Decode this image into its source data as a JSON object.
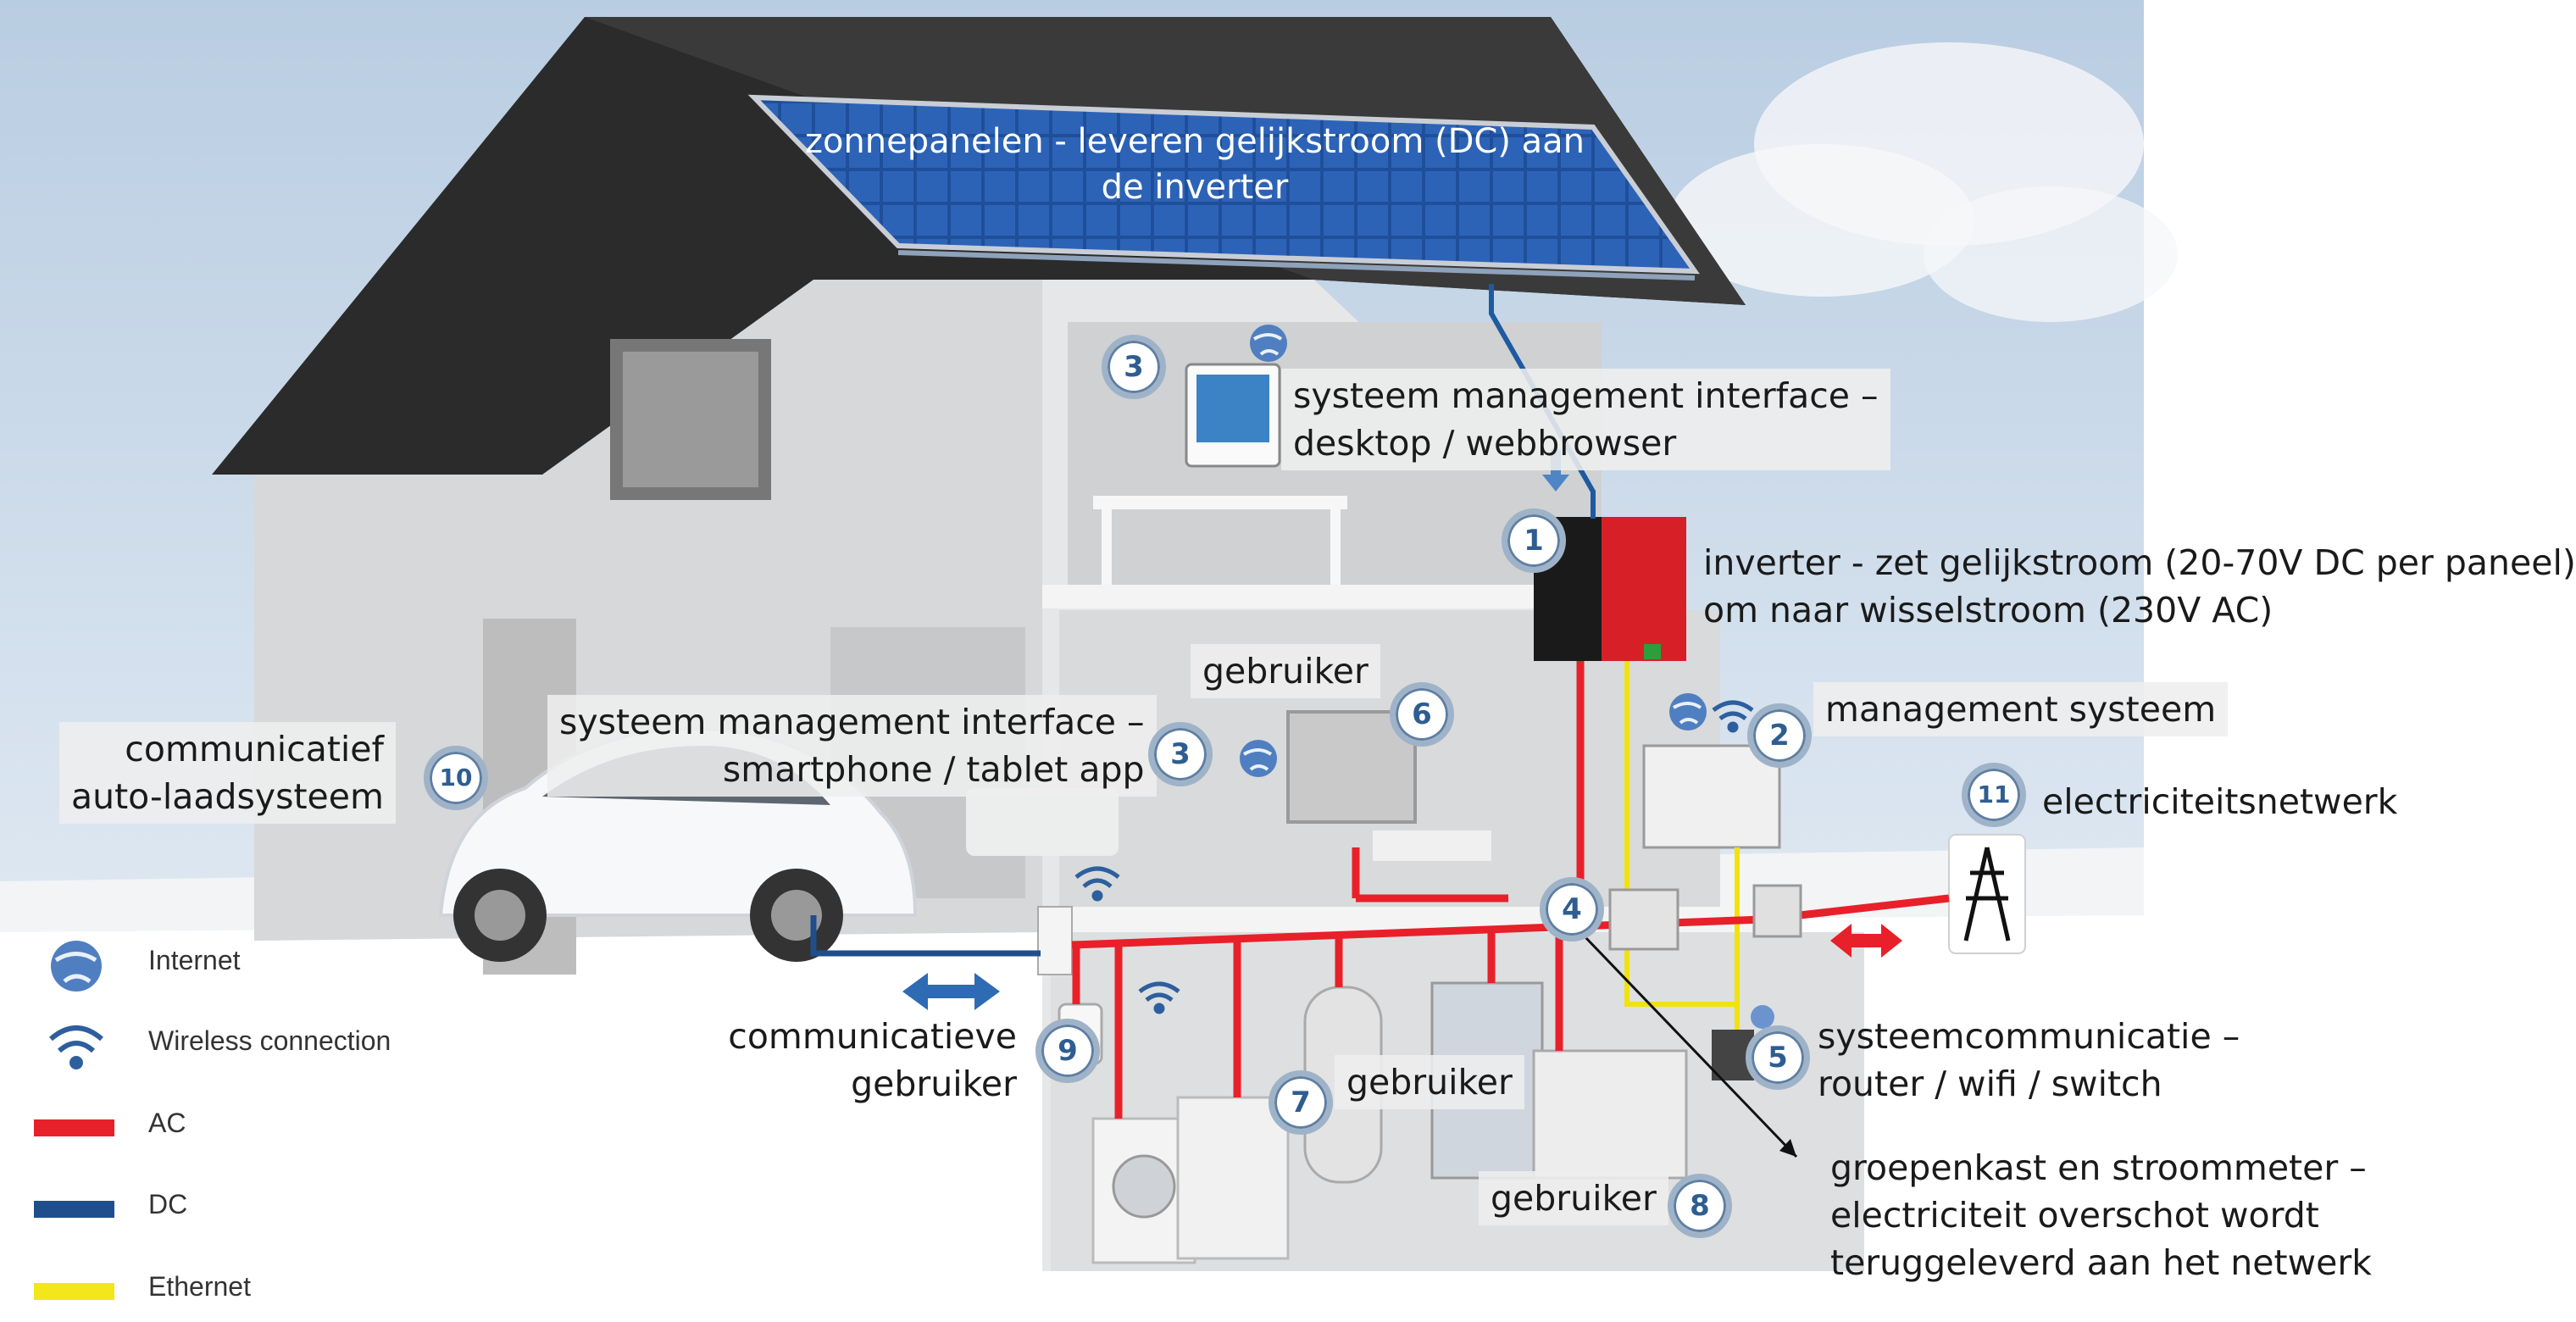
{
  "labels": {
    "roof": [
      "zonnepanelen - leveren gelijkstroom (DC) aan",
      "de inverter"
    ],
    "mgmt_desktop": [
      "systeem management interface –",
      "desktop / webbrowser"
    ],
    "inverter": [
      "inverter - zet gelijkstroom (20-70V DC per paneel)",
      "om naar wisselstroom (230V AC)"
    ],
    "user_top": "gebruiker",
    "mgmt_smartphone": [
      "systeem management interface –",
      "smartphone / tablet app"
    ],
    "management_system": "management systeem",
    "car_charger": [
      "communicatief",
      "auto-laadsysteem"
    ],
    "grid": "electriciteitsnetwerk",
    "system_comm": [
      "systeemcommunicatie –",
      "router / wifi / switch"
    ],
    "comm_user": [
      "communicatieve",
      "gebruiker"
    ],
    "user_middle": "gebruiker",
    "user_bottom": "gebruiker",
    "meter": [
      "groepenkast en stroommeter –",
      "electriciteit overschot wordt",
      "teruggeleverd aan het netwerk"
    ]
  },
  "badges": {
    "b1": "1",
    "b2": "2",
    "b3a": "3",
    "b3b": "3",
    "b4": "4",
    "b5": "5",
    "b6": "6",
    "b7": "7",
    "b8": "8",
    "b9": "9",
    "b10": "10",
    "b11": "11"
  },
  "legend": [
    {
      "label": "Internet",
      "icon": "globe-icon"
    },
    {
      "label": "Wireless connection",
      "icon": "wifi-icon"
    },
    {
      "label": "AC",
      "color": "#e8202a"
    },
    {
      "label": "DC",
      "color": "#1e4f8c"
    },
    {
      "label": "Ethernet",
      "color": "#f3e61a"
    }
  ],
  "colors": {
    "ac": "#e8202a",
    "dc": "#1e5aa0",
    "ethernet": "#f1e20f",
    "badge": "#2e5e90"
  }
}
